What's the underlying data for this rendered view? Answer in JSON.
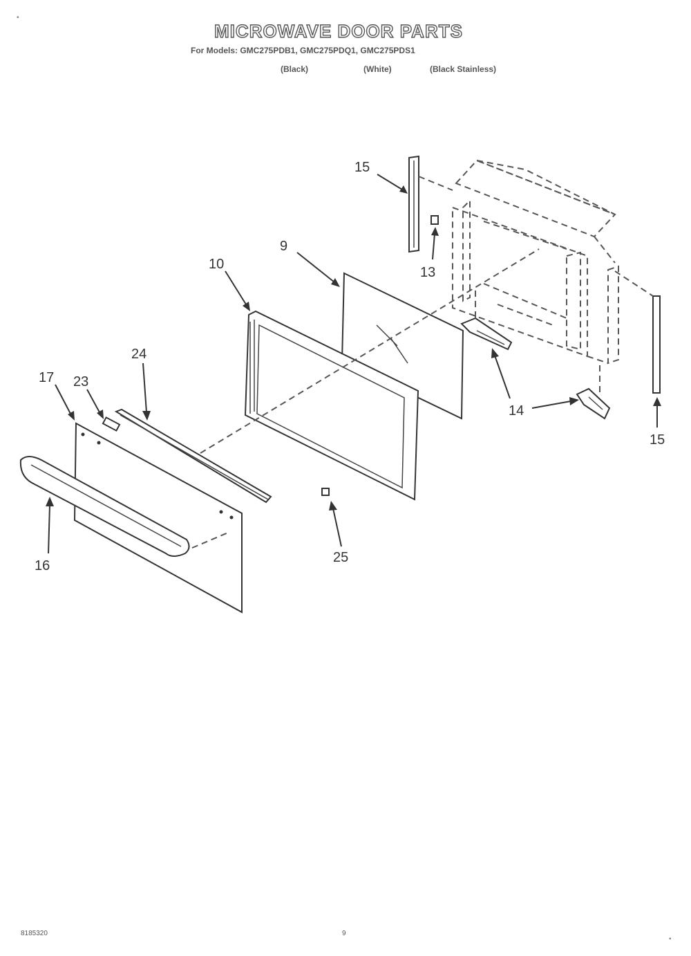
{
  "header": {
    "title": "MICROWAVE DOOR PARTS",
    "models_line": "For Models: GMC275PDB1, GMC275PDQ1, GMC275PDS1",
    "finishes": [
      "(Black)",
      "(White)",
      "(Black Stainless)"
    ]
  },
  "callouts": {
    "c15a": "15",
    "c9": "9",
    "c13": "13",
    "c10": "10",
    "c24": "24",
    "c17": "17",
    "c23": "23",
    "c14": "14",
    "c15b": "15",
    "c16": "16",
    "c25": "25"
  },
  "footer": {
    "code": "8185320",
    "page": "9"
  }
}
